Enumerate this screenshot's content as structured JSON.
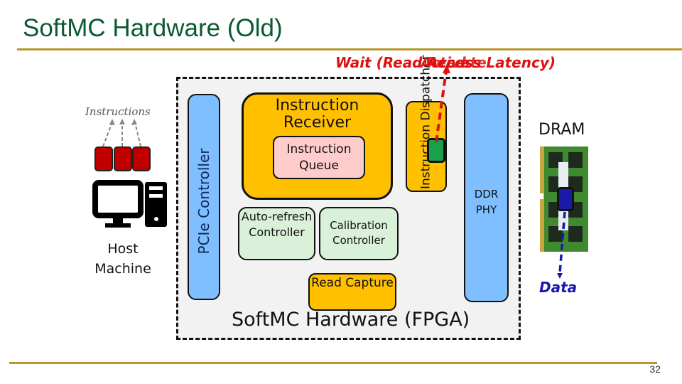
{
  "slide": {
    "title": "SoftMC Hardware (Old)",
    "page_number": "32"
  },
  "diagram": {
    "fpga_label": "SoftMC Hardware (FPGA)",
    "host": {
      "label": "Host Machine",
      "instructions_label": "Instructions"
    },
    "blocks": {
      "pcie_controller": "PCIe Controller",
      "instruction_receiver": "Instruction Receiver",
      "instruction_queue": "Instruction Queue",
      "instruction_dispatcher": "Instruction Dispatcher",
      "ddr_phy": "DDR PHY",
      "autorefresh_controller": "Auto-refresh Controller",
      "calibration_controller": "Calibration Controller",
      "read_capture": "Read Capture"
    },
    "dram_label": "DRAM",
    "data_label": "Data",
    "wait_label": "Wait (Read Access Latency)",
    "overlapped_labels": [
      "Activate",
      "Read"
    ],
    "colors": {
      "title": "#0b5a32",
      "rule": "#b8962e",
      "orange_block": "#ffc000",
      "blue_block": "#7fbfff",
      "queue_block": "#ffcccc",
      "green_block": "#d9f0d9",
      "instruction_token": "#c00000",
      "dispatch_token": "#1aa04a",
      "dram_token": "#1a1aa8",
      "wait_text": "#e01010"
    }
  }
}
